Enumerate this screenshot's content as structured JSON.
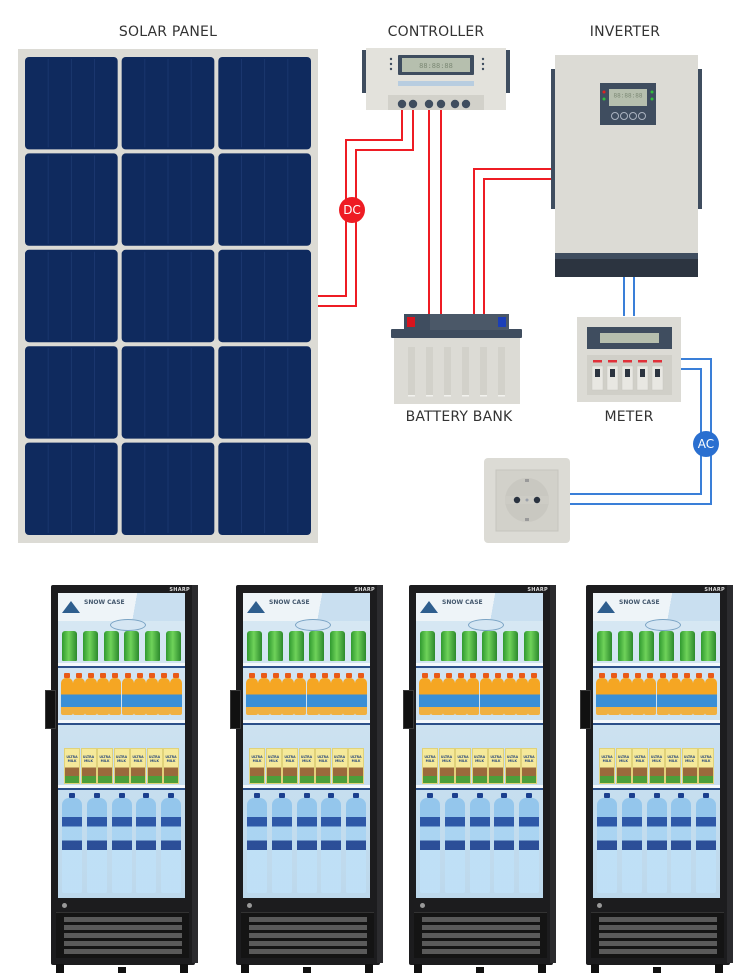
{
  "diagram": {
    "title": "Off-grid solar power system for refrigerators",
    "components": {
      "solar_panel": {
        "label": "SOLAR PANEL",
        "rows": 5,
        "cols": 3
      },
      "controller": {
        "label": "CONTROLLER",
        "display": "88:88:88",
        "terminals": 6
      },
      "inverter": {
        "label": "INVERTER",
        "display": "88:88:88",
        "buttons": 4
      },
      "battery": {
        "label": "BATTERY BANK",
        "cells": 6
      },
      "meter": {
        "label": "METER",
        "breakers": 5
      },
      "outlet": {
        "label": ""
      }
    },
    "badges": {
      "dc": "DC",
      "ac": "AC"
    },
    "colors": {
      "dc_wire": "#ee1c24",
      "ac_wire": "#3a7fd8",
      "panel_cell": "#0f2a5e",
      "panel_frame": "#dcdbd5",
      "device_body": "#dcdbd5",
      "device_dark": "#3f4d5f"
    },
    "connections": [
      {
        "from": "SOLAR PANEL",
        "to": "CONTROLLER",
        "type": "DC"
      },
      {
        "from": "CONTROLLER",
        "to": "BATTERY BANK",
        "type": "DC"
      },
      {
        "from": "BATTERY BANK",
        "to": "INVERTER",
        "type": "DC"
      },
      {
        "from": "INVERTER",
        "to": "METER",
        "type": "AC"
      },
      {
        "from": "METER",
        "to": "OUTLET",
        "type": "AC"
      }
    ]
  },
  "loads": {
    "count": 4,
    "fridge": {
      "brand": "SHARP",
      "header_logo": "SNOW CASE",
      "shelves": [
        {
          "product": "green cans",
          "count": 6
        },
        {
          "product": "orange juice bottles",
          "count": 10
        },
        {
          "product": "milk cartons",
          "label": "ULTRA MILK",
          "count": 7
        },
        {
          "product": "water bottles",
          "count": 5
        }
      ]
    }
  }
}
